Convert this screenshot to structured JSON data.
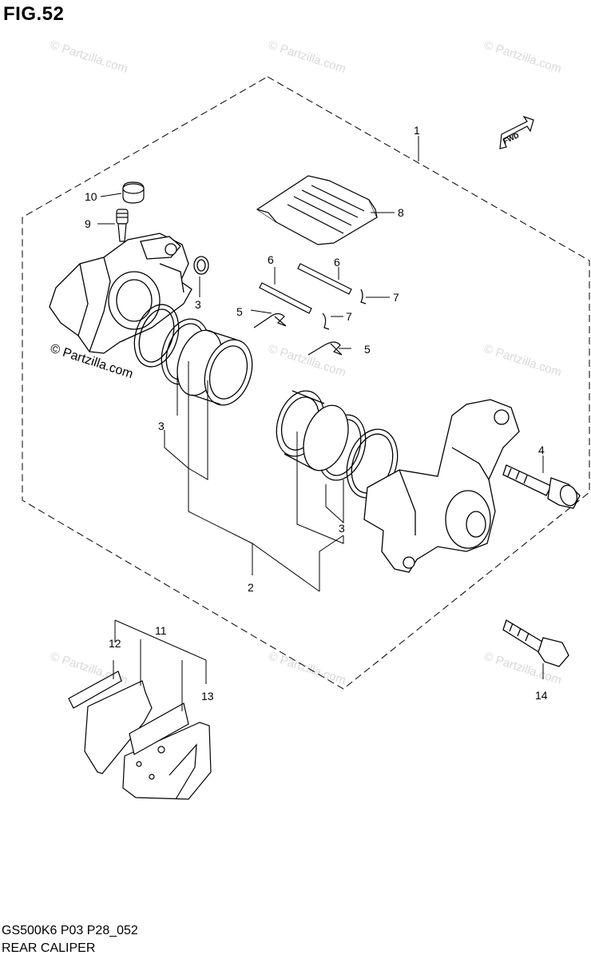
{
  "figure": {
    "title": "FIG.52",
    "model_code": "GS500K6 P03 P28_052",
    "name": "REAR CALIPER"
  },
  "watermark": {
    "text": "© Partzilla.com"
  },
  "fwd_label": "FWD",
  "callouts": {
    "c1": "1",
    "c2": "2",
    "c3a": "3",
    "c3b": "3",
    "c3c": "3",
    "c4": "4",
    "c5a": "5",
    "c5b": "5",
    "c6a": "6",
    "c6b": "6",
    "c7a": "7",
    "c7b": "7",
    "c8": "8",
    "c9": "9",
    "c10": "10",
    "c11": "11",
    "c12": "12",
    "c13": "13",
    "c14": "14"
  },
  "colors": {
    "line": "#000000",
    "watermark": "#d9d9d9",
    "background": "#ffffff"
  }
}
